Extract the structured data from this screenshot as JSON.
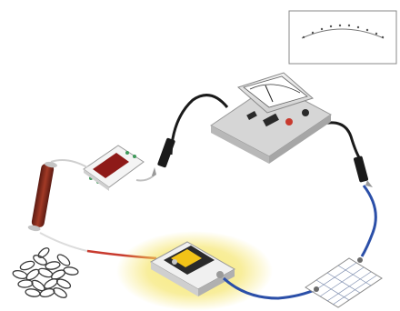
{
  "scene": {
    "background": "#ffffff",
    "components": [
      {
        "id": "meter",
        "icon": "analog-meter-icon"
      },
      {
        "id": "scale-inset",
        "icon": "meter-scale-icon"
      },
      {
        "id": "resistor-sample",
        "icon": "resistor-rod-icon"
      },
      {
        "id": "wire-board",
        "icon": "circuit-board-icon"
      },
      {
        "id": "battery",
        "icon": "battery-icon"
      },
      {
        "id": "grid-plate",
        "icon": "grid-plate-icon"
      },
      {
        "id": "paper-clips",
        "icon": "paper-clip-pile-icon"
      }
    ],
    "wire_colors": {
      "black": "#1a1a1a",
      "blue": "#2b4fa8",
      "red": "#c83a2e",
      "white": "#e9e9e9"
    },
    "accent_colors": {
      "glow": "#f4e25a",
      "board_red": "#8e1a18",
      "board_green": "#3f9a5a",
      "meter_body": "#e9e9e9",
      "meter_dark": "#2a2a2a"
    }
  }
}
